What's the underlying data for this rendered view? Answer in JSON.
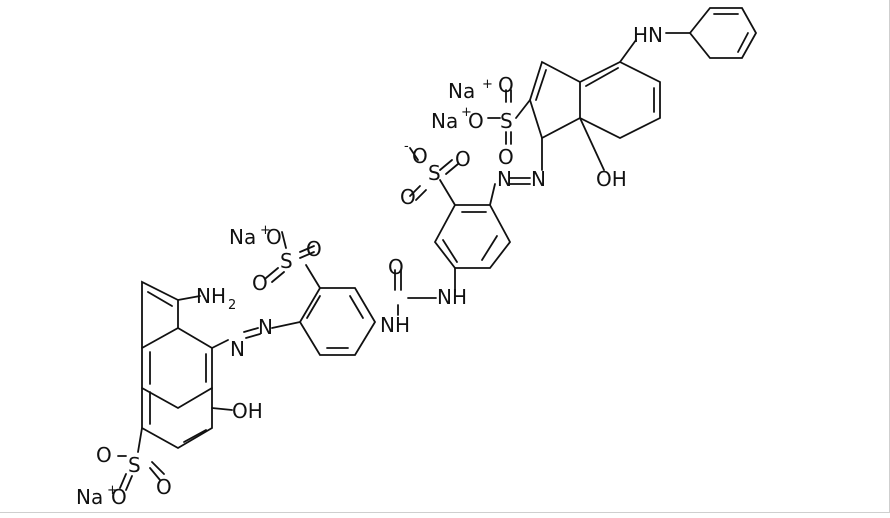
{
  "molecule": {
    "labels": {
      "na_top": "Na",
      "na_top_charge": "+",
      "na_second": "Na",
      "na_second_charge": "+",
      "o_minus_top_ring": "O",
      "sulfur_top": "S",
      "o_top_1": "O",
      "o_top_2": "O",
      "anilino_nh": "HN",
      "oh_top": "OH",
      "azo_top_n1": "N",
      "azo_top_n2": "N",
      "o_minus_middle": "O",
      "o_minus_middle_charge": "-",
      "sulfur_middle": "S",
      "o_middle_1": "O",
      "o_middle_2": "O",
      "urea_o": "O",
      "urea_nh_right": "NH",
      "urea_nh_left": "NH",
      "na_left": "Na",
      "na_left_charge": "+",
      "o_minus_left": "O",
      "sulfur_left": "S",
      "o_left_1": "O",
      "o_left_2": "O",
      "nh2": "NH",
      "nh2_subscript": "2",
      "azo_left_n1": "N",
      "azo_left_n2": "N",
      "oh_bottom": "OH",
      "sulfur_bottom": "S",
      "o_bottom_1": "O",
      "o_bottom_2": "O",
      "na_bottom": "Na",
      "na_bottom_charge": "+",
      "o_minus_bottom": "O"
    }
  }
}
